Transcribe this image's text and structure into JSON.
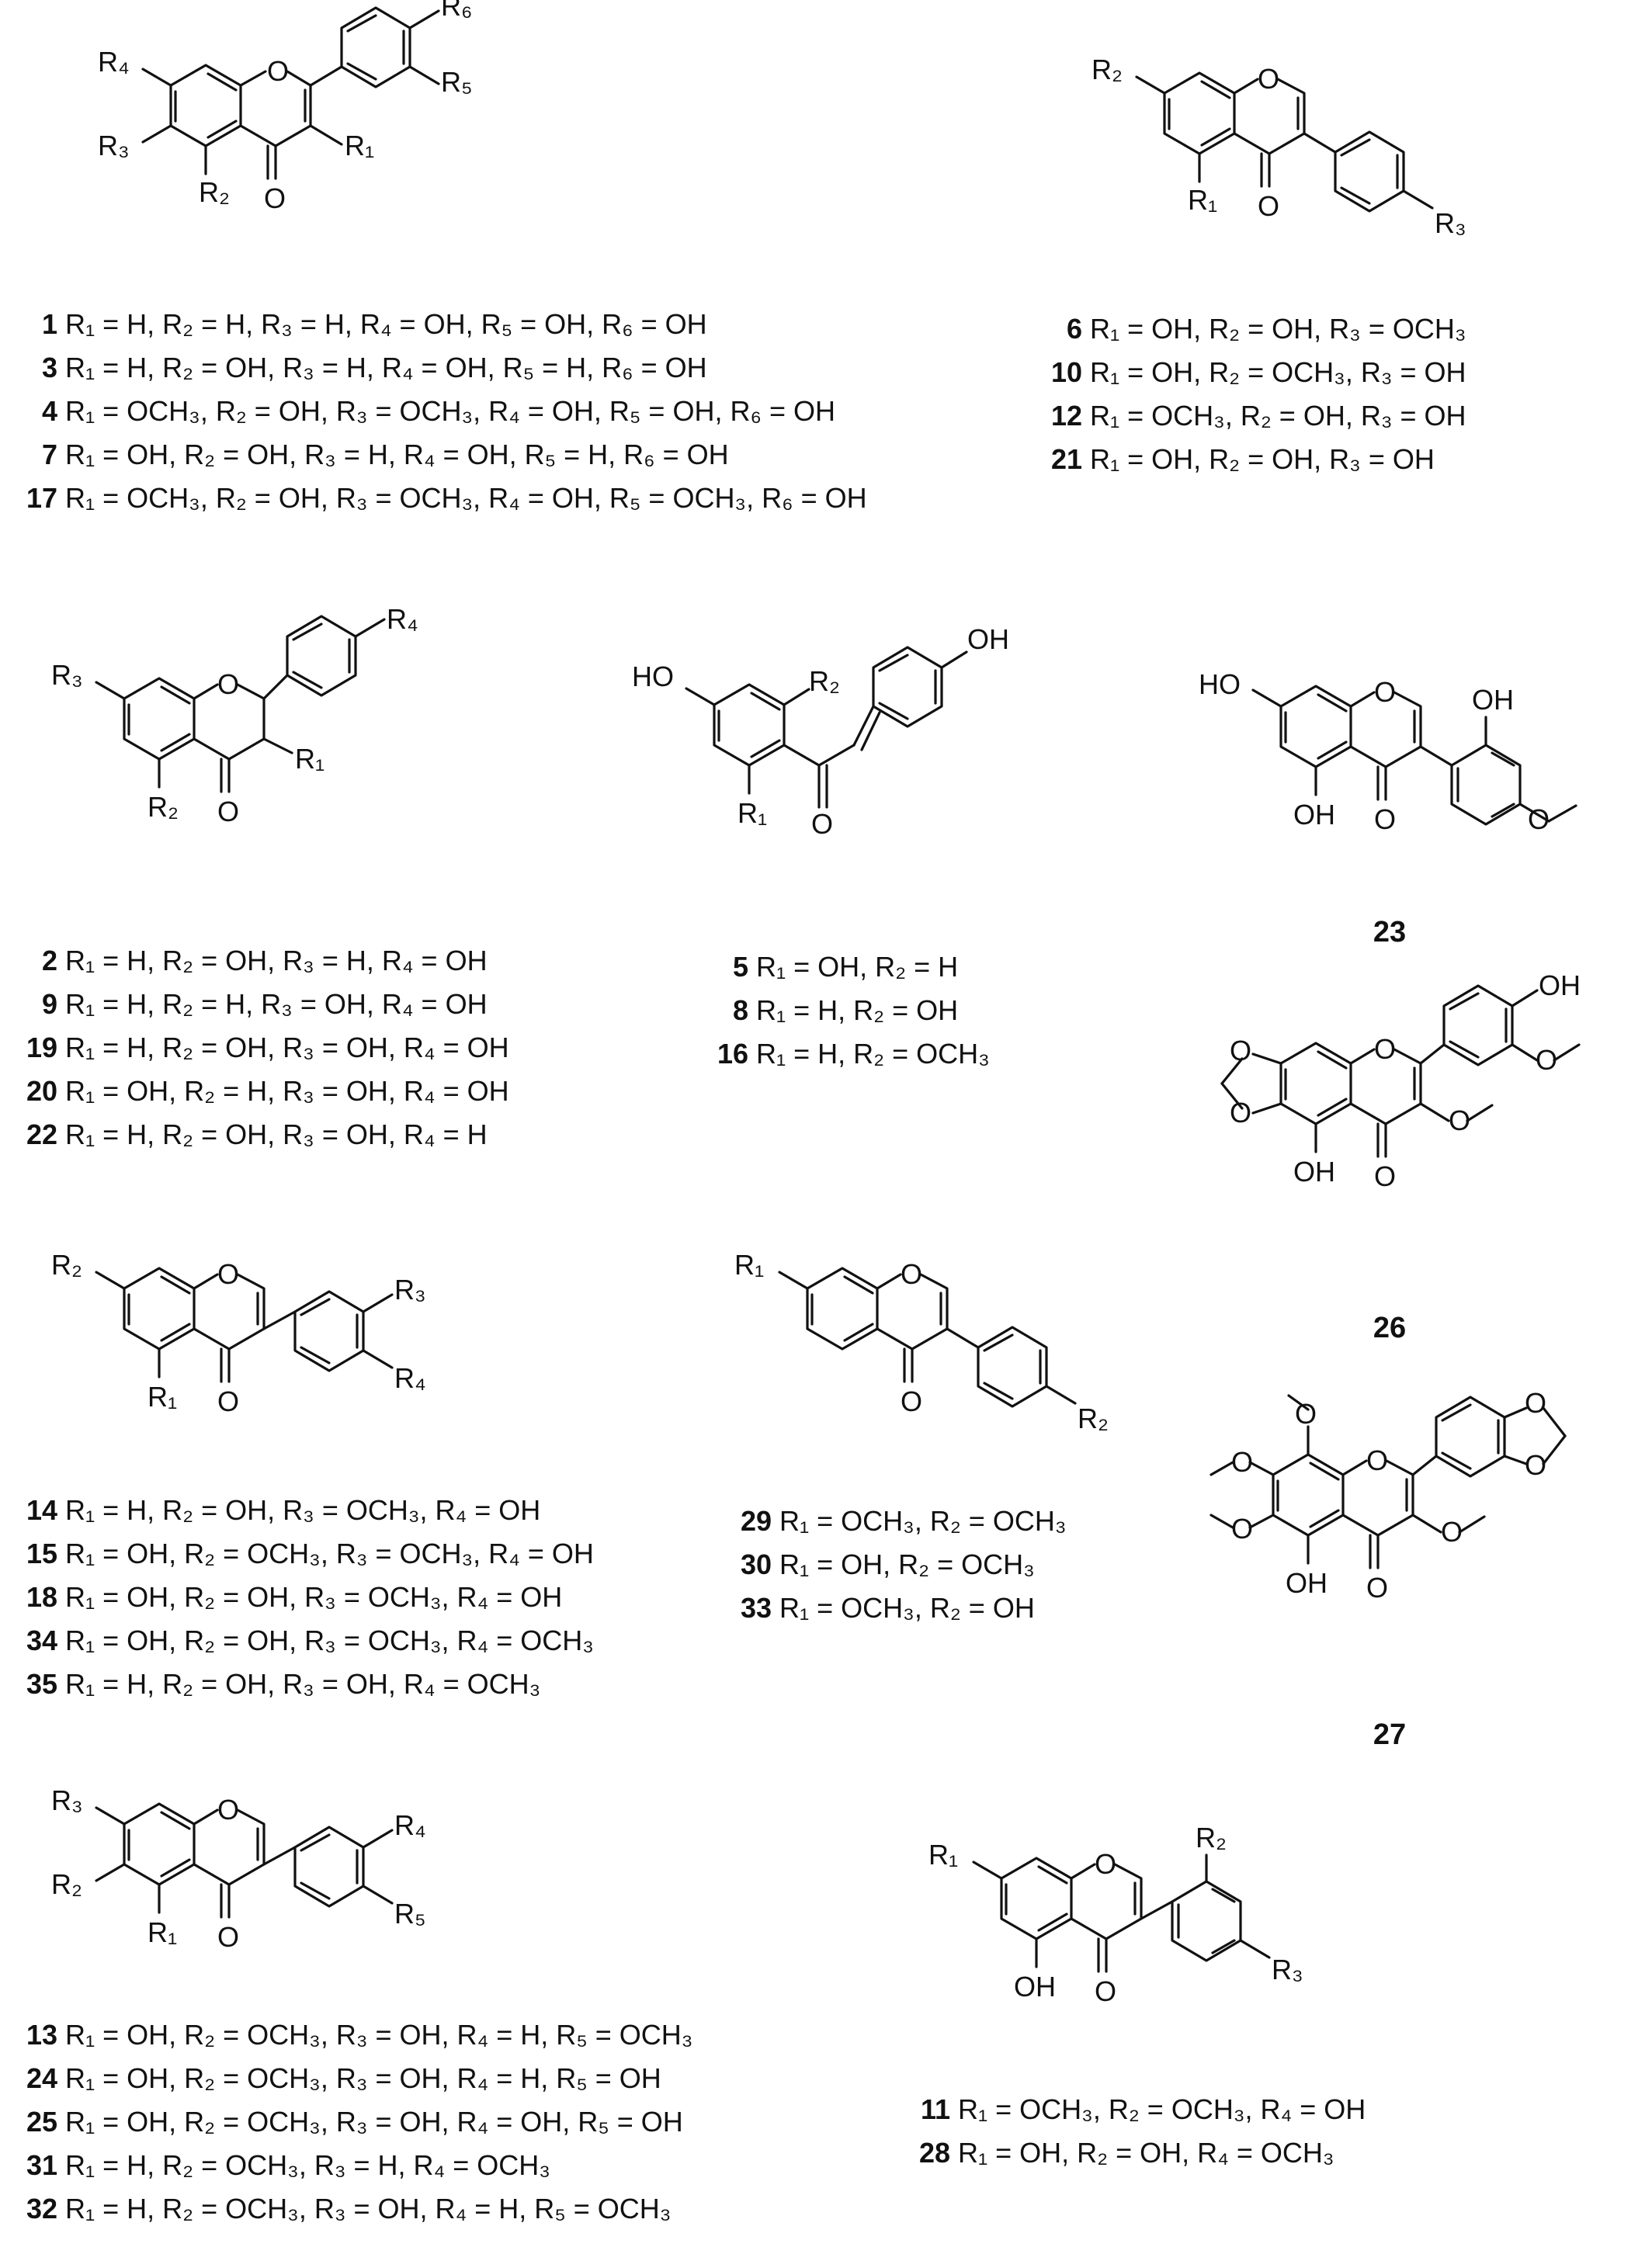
{
  "groups": [
    {
      "id": "A",
      "rows": [
        {
          "num": "1",
          "text": "R₁ = H, R₂ = H, R₃ = H, R₄ = OH, R₅ = OH, R₆ = OH"
        },
        {
          "num": "3",
          "text": "R₁ = H, R₂ = OH, R₃ = H, R₄ = OH, R₅ = H, R₆ = OH"
        },
        {
          "num": "4",
          "text": "R₁ = OCH₃, R₂ = OH, R₃ = OCH₃, R₄ = OH, R₅ = OH, R₆ = OH"
        },
        {
          "num": "7",
          "text": "R₁ = OH, R₂ = OH, R₃ = H, R₄ = OH, R₅ = H, R₆ = OH"
        },
        {
          "num": "17",
          "text": "R₁ = OCH₃, R₂ = OH, R₃ = OCH₃, R₄ = OH, R₅ = OCH₃, R₆ = OH"
        }
      ]
    },
    {
      "id": "B",
      "rows": [
        {
          "num": "6",
          "text": "R₁ = OH, R₂ = OH, R₃ = OCH₃"
        },
        {
          "num": "10",
          "text": "R₁ = OH, R₂ = OCH₃, R₃ = OH"
        },
        {
          "num": "12",
          "text": "R₁ = OCH₃, R₂ = OH, R₃ = OH"
        },
        {
          "num": "21",
          "text": "R₁ = OH, R₂ = OH, R₃ = OH"
        }
      ]
    },
    {
      "id": "C",
      "rows": [
        {
          "num": "2",
          "text": "R₁ = H, R₂ = OH, R₃ = H, R₄ = OH"
        },
        {
          "num": "9",
          "text": "R₁ = H, R₂ = H, R₃ = OH, R₄ = OH"
        },
        {
          "num": "19",
          "text": "R₁ = H, R₂ = OH, R₃ = OH, R₄ = OH"
        },
        {
          "num": "20",
          "text": "R₁ = OH, R₂ = H, R₃ = OH, R₄ = OH"
        },
        {
          "num": "22",
          "text": "R₁ = H, R₂ = OH, R₃ = OH, R₄ = H"
        }
      ]
    },
    {
      "id": "D",
      "rows": [
        {
          "num": "5",
          "text": "R₁ = OH, R₂ = H"
        },
        {
          "num": "8",
          "text": "R₁ = H, R₂ = OH"
        },
        {
          "num": "16",
          "text": "R₁ = H, R₂ = OCH₃"
        }
      ]
    },
    {
      "id": "E",
      "rows": [
        {
          "num": "14",
          "text": "R₁ = H, R₂ = OH, R₃ = OCH₃, R₄ = OH"
        },
        {
          "num": "15",
          "text": "R₁ = OH, R₂ = OCH₃, R₃ = OCH₃, R₄ = OH"
        },
        {
          "num": "18",
          "text": "R₁ = OH, R₂ = OH, R₃ = OCH₃, R₄ = OH"
        },
        {
          "num": "34",
          "text": "R₁ = OH, R₂ = OH, R₃ = OCH₃, R₄ = OCH₃"
        },
        {
          "num": "35",
          "text": "R₁ = H, R₂ = OH, R₃ = OH, R₄ = OCH₃"
        }
      ]
    },
    {
      "id": "F",
      "rows": [
        {
          "num": "29",
          "text": "R₁ = OCH₃, R₂ = OCH₃"
        },
        {
          "num": "30",
          "text": "R₁ = OH, R₂ = OCH₃"
        },
        {
          "num": "33",
          "text": "R₁ = OCH₃, R₂ = OH"
        }
      ]
    },
    {
      "id": "G",
      "rows": [
        {
          "num": "13",
          "text": "R₁ = OH, R₂ = OCH₃, R₃ = OH, R₄ = H, R₅ = OCH₃"
        },
        {
          "num": "24",
          "text": "R₁ = OH, R₂ = OCH₃, R₃ = OH, R₄ = H, R₅ = OH"
        },
        {
          "num": "25",
          "text": "R₁ = OH, R₂ = OCH₃, R₃ = OH, R₄ = OH, R₅ = OH"
        },
        {
          "num": "31",
          "text": "R₁ = H, R₂ = OCH₃, R₃ = H, R₄ = OCH₃"
        },
        {
          "num": "32",
          "text": "R₁ = H, R₂ = OCH₃, R₃ = OH, R₄ = H, R₅ = OCH₃"
        }
      ]
    },
    {
      "id": "H",
      "rows": [
        {
          "num": "11",
          "text": "R₁ = OCH₃, R₂ = OCH₃, R₄ = OH"
        },
        {
          "num": "28",
          "text": "R₁ = OH, R₂ = OH, R₄ = OCH₃"
        }
      ]
    }
  ],
  "single_compounds": [
    {
      "id": "23",
      "label": "23"
    },
    {
      "id": "26",
      "label": "26"
    },
    {
      "id": "27",
      "label": "27"
    }
  ],
  "atom_labels": {
    "O": "O",
    "OH": "OH",
    "HO": "HO",
    "R1": "R₁",
    "R2": "R₂",
    "R3": "R₃",
    "R4": "R₄",
    "R5": "R₅",
    "R6": "R₆"
  }
}
